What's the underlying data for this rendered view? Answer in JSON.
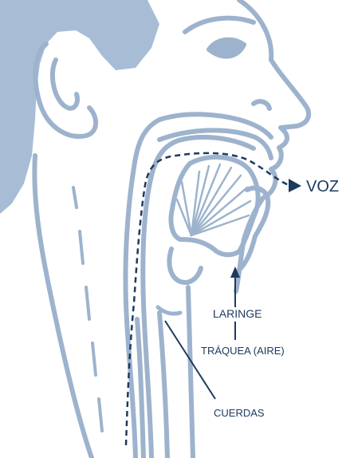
{
  "labels": {
    "voice": "VOZ",
    "larynx": "LARINGE",
    "trachea": "TRÁQUEA (AIRE)",
    "vocal_cords": "CUERDAS"
  },
  "colors": {
    "fill": "#a7bdd6",
    "line": "#9db3cd",
    "ink": "#1d3a60"
  }
}
